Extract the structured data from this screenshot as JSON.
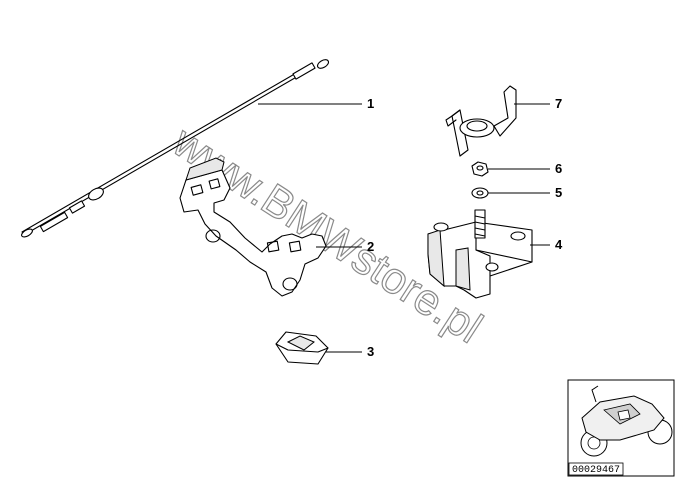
{
  "callouts": [
    {
      "label": "1"
    },
    {
      "label": "2"
    },
    {
      "label": "3"
    },
    {
      "label": "4"
    },
    {
      "label": "5"
    },
    {
      "label": "6"
    },
    {
      "label": "7"
    }
  ],
  "watermark": "www.BMWstore.pl",
  "reference_number": "00029467"
}
